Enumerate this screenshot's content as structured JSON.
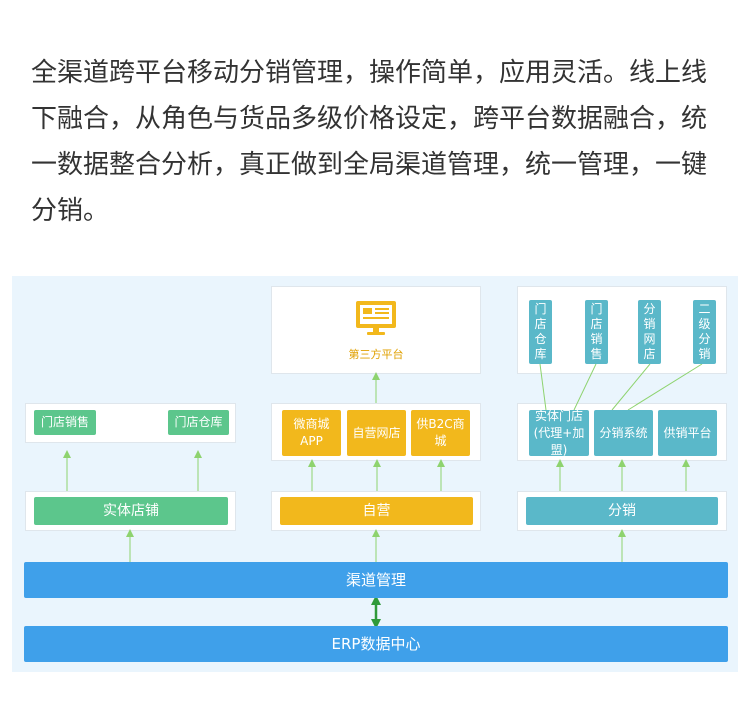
{
  "intro": {
    "text": "全渠道跨平台移动分销管理，操作简单，应用灵活。线上线下融合，从角色与货品多级价格设定，跨平台数据融合，统一数据整合分析，真正做到全局渠道管理，统一管理，一键分销。"
  },
  "diagram": {
    "third_party": {
      "label": "第三方平台",
      "icon": "monitor-icon"
    },
    "physical": {
      "main": "实体店铺",
      "subs": [
        "门店销售",
        "门店仓库"
      ]
    },
    "selfrun": {
      "main": "自营",
      "subs": [
        "微商城\nAPP",
        "自营网店",
        "供B2C商城"
      ]
    },
    "distribution": {
      "main": "分销",
      "subs": [
        "实体门店\n(代理+加盟)",
        "分销系统",
        "供销平台"
      ],
      "top": [
        "门店仓库",
        "门店销售",
        "分销网店",
        "二级分销"
      ]
    },
    "channel": "渠道管理",
    "erp": "ERP数据中心",
    "colors": {
      "physical": "#5cc68c",
      "selfrun": "#f2b81c",
      "distribution": "#5ab8c9",
      "channel": "#3fa0ea",
      "arrow": "#8ed36f",
      "panel": "#eaf5fd"
    }
  }
}
